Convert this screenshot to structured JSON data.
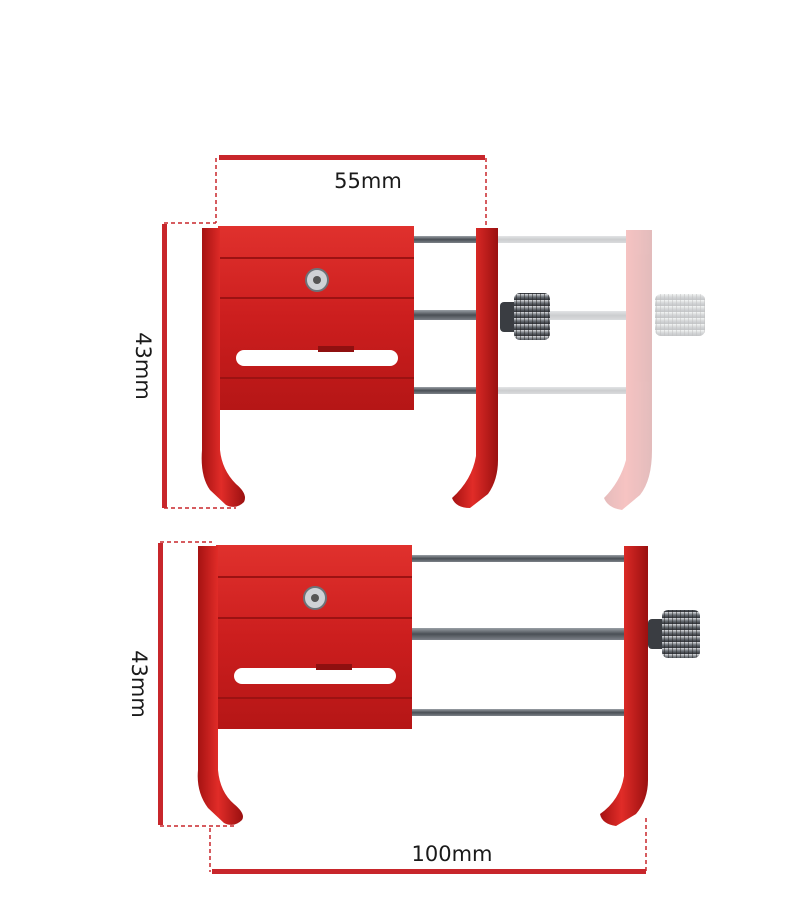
{
  "figure": {
    "colors": {
      "accent": "#c8262b",
      "body_red": "#d21f1f",
      "body_dark": "#8f1010",
      "rod": "#555a60",
      "knob": "#3a3d42"
    },
    "top": {
      "width_label": "55mm",
      "height_label": "43mm"
    },
    "bottom": {
      "width_label": "100mm",
      "height_label": "43mm"
    }
  }
}
